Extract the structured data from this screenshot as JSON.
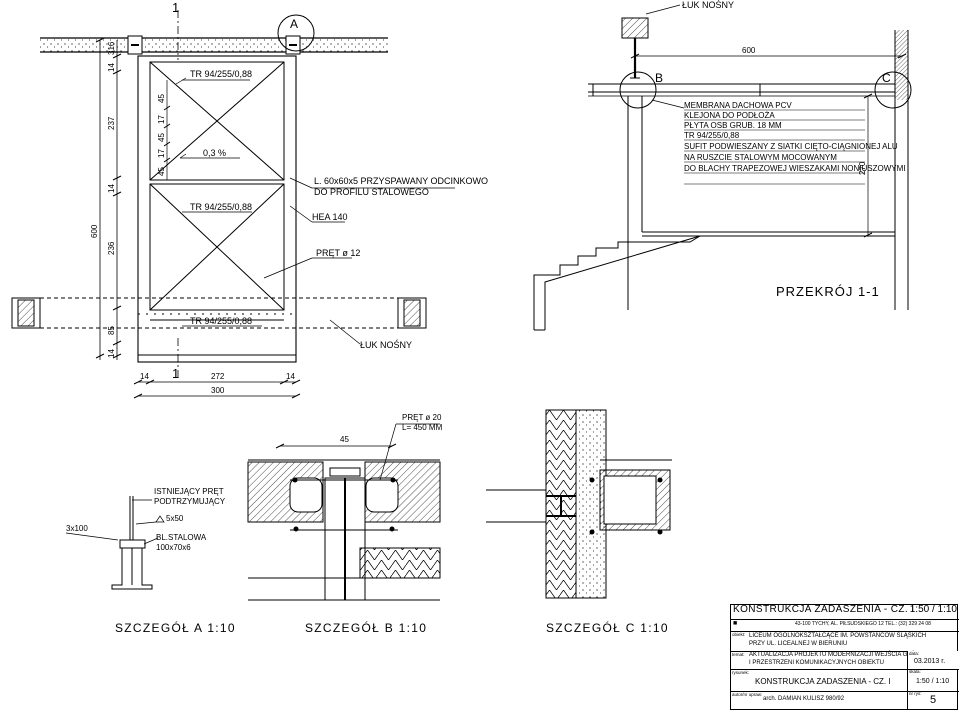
{
  "plan": {
    "axis_top": "1",
    "axis_bottom": "1",
    "node_a": "A",
    "dims_left": [
      "316",
      "14",
      "237",
      "14",
      "236",
      "85",
      "14"
    ],
    "dim_total_left": "600",
    "dims_left_detail": [
      "45",
      "17",
      "45",
      "17",
      "45"
    ],
    "dims_bottom": [
      "14",
      "272",
      "14"
    ],
    "dim_total_bottom": "300",
    "labels": {
      "tr1": "TR 94/255/0,88",
      "slope": "0,3 %",
      "angle_line1": "L. 60x60x5 PRZYSPAWANY ODCINKOWO",
      "angle_line2": "DO PROFILU STALOWEGO",
      "tr2": "TR 94/255/0,88",
      "hea": "HEA 140",
      "rod": "PRĘT ø 12",
      "tr3": "TR 94/255/0,88",
      "arch": "ŁUK NOŚNY"
    }
  },
  "section": {
    "top_label": "ŁUK NOŚNY",
    "dim_top": "600",
    "node_b": "B",
    "node_c": "C",
    "height_dim": "270",
    "layers": [
      "MEMBRANA DACHOWA PCV",
      "KLEJONA DO PODŁOŻA",
      "PŁYTA OSB GRUB. 18 MM",
      "TR 94/255/0,88",
      "SUFIT PODWIESZANY Z SIATKI CIĘTO-CIĄGNIONEJ ALU",
      "NA RUSZCIE STALOWYM MOCOWANYM",
      "DO BLACHY TRAPEZOWEJ WIESZAKAMI NONIUSZOWYMI"
    ],
    "title": "PRZEKRÓJ 1-1"
  },
  "detail_a": {
    "line1": "ISTNIEJĄCY PRĘT",
    "line2": "PODTRZYMUJĄCY",
    "weld1": "5x50",
    "weld2": "3x100",
    "plate1": "BL.STALOWA",
    "plate2": "100x70x6",
    "title": "SZCZEGÓŁ  A  1:10"
  },
  "detail_b": {
    "dim": "45",
    "rod1": "PRĘT ø 20",
    "rod2": "L= 450 MM",
    "title": "SZCZEGÓŁ  B  1:10"
  },
  "detail_c": {
    "title": "SZCZEGÓŁ  C  1:10"
  },
  "title_block": {
    "title": "KONSTRUKCJA ZADASZENIA - CZ. I",
    "scale_head": "1:50 / 1:10",
    "firm": "43-100  TYCHY,  AL. PIŁSUDSKIEGO 12  TEL.: (32) 329 24 08",
    "object_label": "obiekt:",
    "object1": "LICEUM OGÓLNOKSZTAŁCĄCE IM. POWSTAŃCÓW ŚLĄSKICH",
    "object2": "PRZY UL. LICEALNEJ W BIERUNIU",
    "subject_label": "temat:",
    "subject1": "AKTUALIZACJA PROJEKTU  MODERNIZACJI WEJŚCIA GŁÓWNEGO",
    "subject2": "I PRZESTRZENI KOMUNIKACYJNYCH OBIEKTU",
    "date_label": "data:",
    "date": "03.2013 r.",
    "drawing_label": "rysunek:",
    "drawing": "KONSTRUKCJA ZADASZENIA - CZ. I",
    "scale_label": "skala:",
    "scale": "1:50 / 1:10",
    "author_label": "autor/nr upraw:",
    "author": "arch. DAMIAN KULISZ  980/92",
    "number_label": "nr rys:",
    "number": "5"
  }
}
